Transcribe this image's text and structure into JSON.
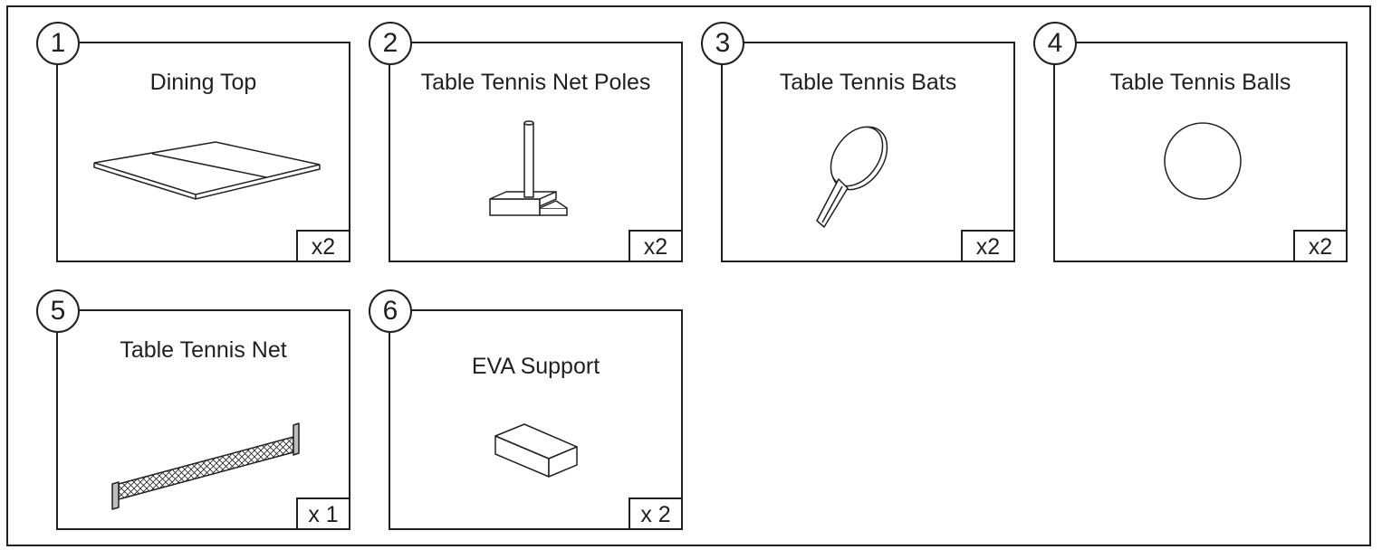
{
  "parts": [
    {
      "number": "1",
      "name": "Dining Top",
      "quantity": "x2",
      "icon": "dining-top-icon"
    },
    {
      "number": "2",
      "name": "Table Tennis Net Poles",
      "quantity": "x2",
      "icon": "net-pole-icon"
    },
    {
      "number": "3",
      "name": "Table Tennis Bats",
      "quantity": "x2",
      "icon": "bat-icon"
    },
    {
      "number": "4",
      "name": "Table Tennis Balls",
      "quantity": "x2",
      "icon": "ball-icon"
    },
    {
      "number": "5",
      "name": "Table Tennis Net",
      "quantity": "x 1",
      "icon": "net-icon"
    },
    {
      "number": "6",
      "name": "EVA Support",
      "quantity": "x 2",
      "icon": "eva-support-icon"
    }
  ],
  "colors": {
    "line": "#231f20",
    "background": "#ffffff"
  }
}
